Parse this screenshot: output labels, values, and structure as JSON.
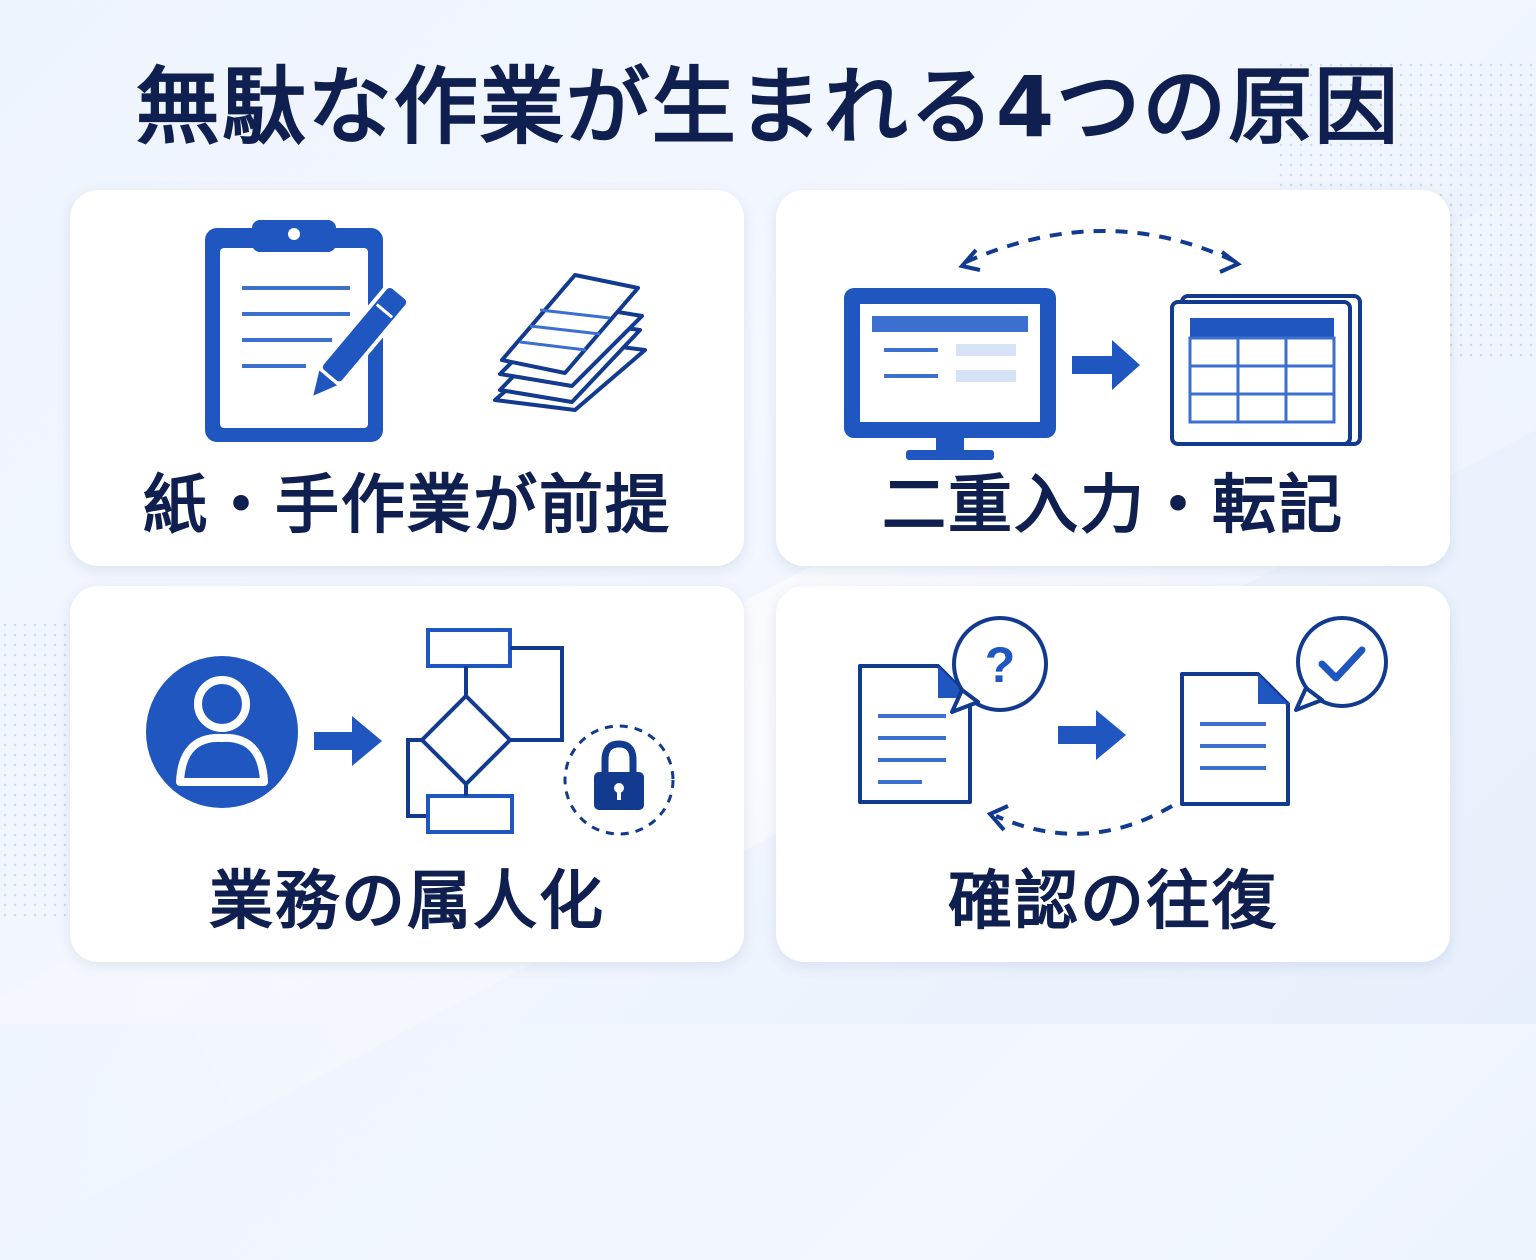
{
  "title": "無駄な作業が生まれる4つの原因",
  "colors": {
    "primary": "#1f56c0",
    "navy": "#123a8f",
    "text": "#0f1f4f",
    "light_fill": "#d6e2f6"
  },
  "cards": [
    {
      "label": "紙・手作業が前提",
      "icons": [
        "clipboard-icon",
        "pen-icon",
        "paper-stack-icon"
      ]
    },
    {
      "label": "二重入力・転記",
      "icons": [
        "monitor-icon",
        "arrow-right-icon",
        "spreadsheet-icon",
        "dashed-sync-arrow-icon"
      ]
    },
    {
      "label": "業務の属人化",
      "icons": [
        "person-icon",
        "arrow-right-icon",
        "flowchart-icon",
        "lock-icon"
      ]
    },
    {
      "label": "確認の往復",
      "icons": [
        "document-icon",
        "question-bubble-icon",
        "arrow-right-icon",
        "check-bubble-icon",
        "dashed-return-arrow-icon"
      ]
    }
  ],
  "question_mark": "?"
}
